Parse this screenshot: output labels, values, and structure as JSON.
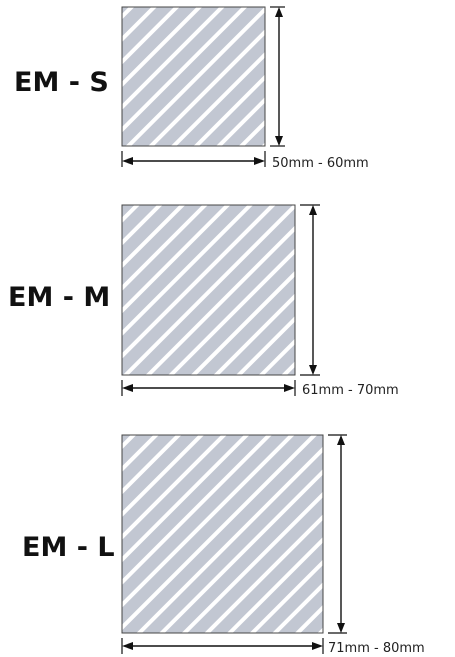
{
  "colors": {
    "swatch_fill": "#c2c7d2",
    "stripe": "#ffffff",
    "line": "#111111"
  },
  "sizes": [
    {
      "label": "EM - S",
      "dimension": "50mm - 60mm"
    },
    {
      "label": "EM - M",
      "dimension": "61mm - 70mm"
    },
    {
      "label": "EM - L",
      "dimension": "71mm - 80mm"
    }
  ]
}
